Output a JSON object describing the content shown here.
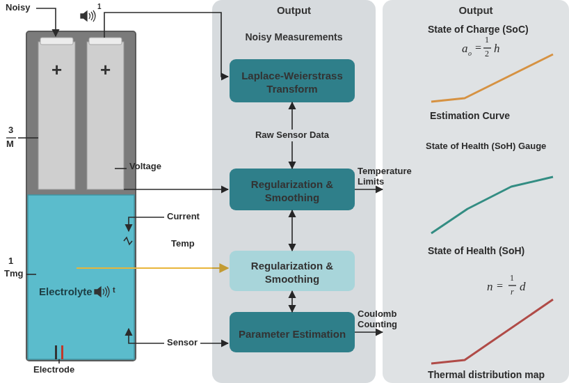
{
  "diagram": {
    "nodes": [
      {
        "text": [
          "Output",
          "Noisy Measurements"
        ]
      },
      {
        "text": [
          "Laplace-Weierstrass Transform"
        ],
        "in": 0
      },
      {
        "text": [
          "Regularization & Smoothing"
        ],
        "in": 0
      },
      {
        "text": [
          "Regularization & Smoothing"
        ],
        "in": 0
      },
      {
        "text": [
          "Parameter Estimation"
        ],
        "in": 0
      },
      {
        "text": [
          "Output"
        ]
      }
    ],
    "edges": [
      {
        "from": 1,
        "to": 2,
        "arrow": "both",
        "label": "Raw Sensor Data"
      },
      {
        "from": 2,
        "to": 3,
        "arrow": "both"
      },
      {
        "from": 3,
        "to": 4,
        "arrow": "both"
      },
      {
        "from": 2,
        "to": 5,
        "arrow": "to",
        "label": "Temperature Limits"
      },
      {
        "from": 4,
        "to": 5,
        "arrow": "to",
        "label": "Coulomb Counting"
      }
    ],
    "labels": [
      "Noisy",
      "1",
      "3",
      "M",
      "+",
      "+",
      "Voltage",
      "Current",
      "Temp",
      "1",
      "Tmg",
      "Electrolyte",
      "t",
      "Electrode",
      "Sensor",
      "State of Charge (SoC)",
      "a",
      "o",
      "=",
      "1",
      "2",
      "h",
      "Estimation Curve",
      "State of Health (SoH) Gauge",
      "State of Health (SoH)",
      "n",
      "=",
      "1",
      "r",
      "d",
      "Thermal distribution map"
    ]
  }
}
